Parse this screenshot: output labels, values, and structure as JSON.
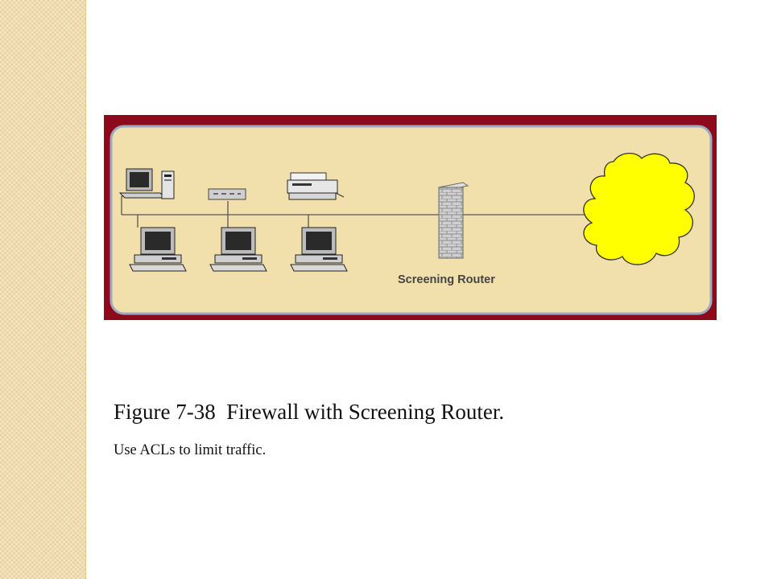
{
  "slide": {
    "caption_title": "Figure 7-38  Firewall with Screening Router.",
    "caption_subtitle": "Use ACLs to limit traffic."
  },
  "diagram": {
    "router_label": "Screening Router",
    "colors": {
      "frame": "#8c0a1c",
      "panel": "#f1e0ab",
      "panel_border": "#9aaac4",
      "cloud": "#ffff00",
      "firewall": "#c8c8c8"
    },
    "nodes": [
      {
        "name": "workstation-with-tower",
        "icon": "desktop-computer-icon"
      },
      {
        "name": "hub",
        "icon": "hub-icon"
      },
      {
        "name": "printer",
        "icon": "printer-icon"
      },
      {
        "name": "pc-1",
        "icon": "computer-icon"
      },
      {
        "name": "pc-2",
        "icon": "computer-icon"
      },
      {
        "name": "pc-3",
        "icon": "computer-icon"
      },
      {
        "name": "screening-router",
        "icon": "brick-wall-icon"
      },
      {
        "name": "internet",
        "icon": "cloud-icon"
      }
    ]
  }
}
